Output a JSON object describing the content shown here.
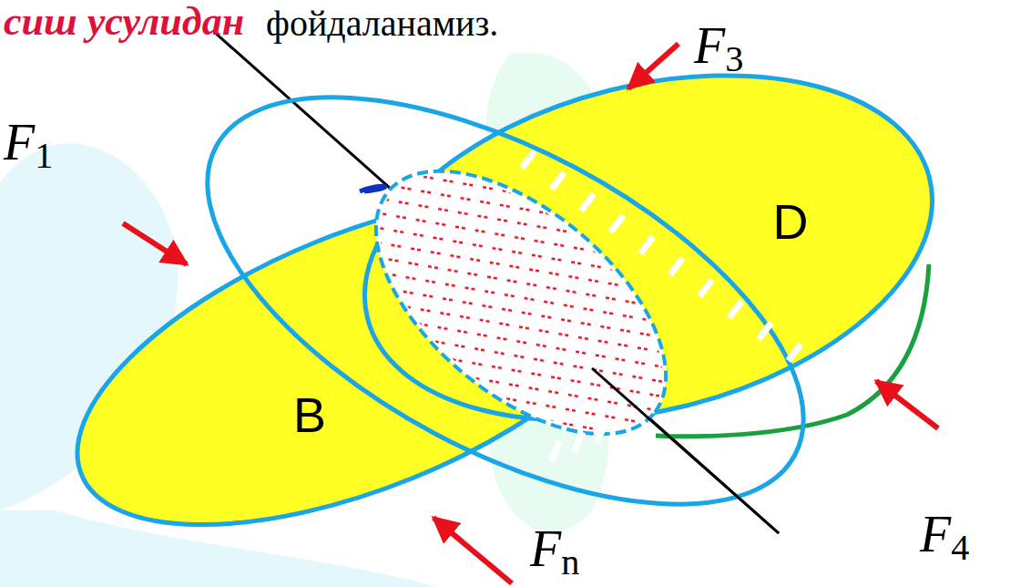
{
  "diagram": {
    "nodes": [
      {
        "text": [
          "B"
        ]
      },
      {
        "text": [
          "D"
        ]
      }
    ],
    "labels": [
      "сиш усулидан",
      "фойдаланамиз.",
      "F3",
      "F1",
      "F4",
      "Fn"
    ]
  }
}
